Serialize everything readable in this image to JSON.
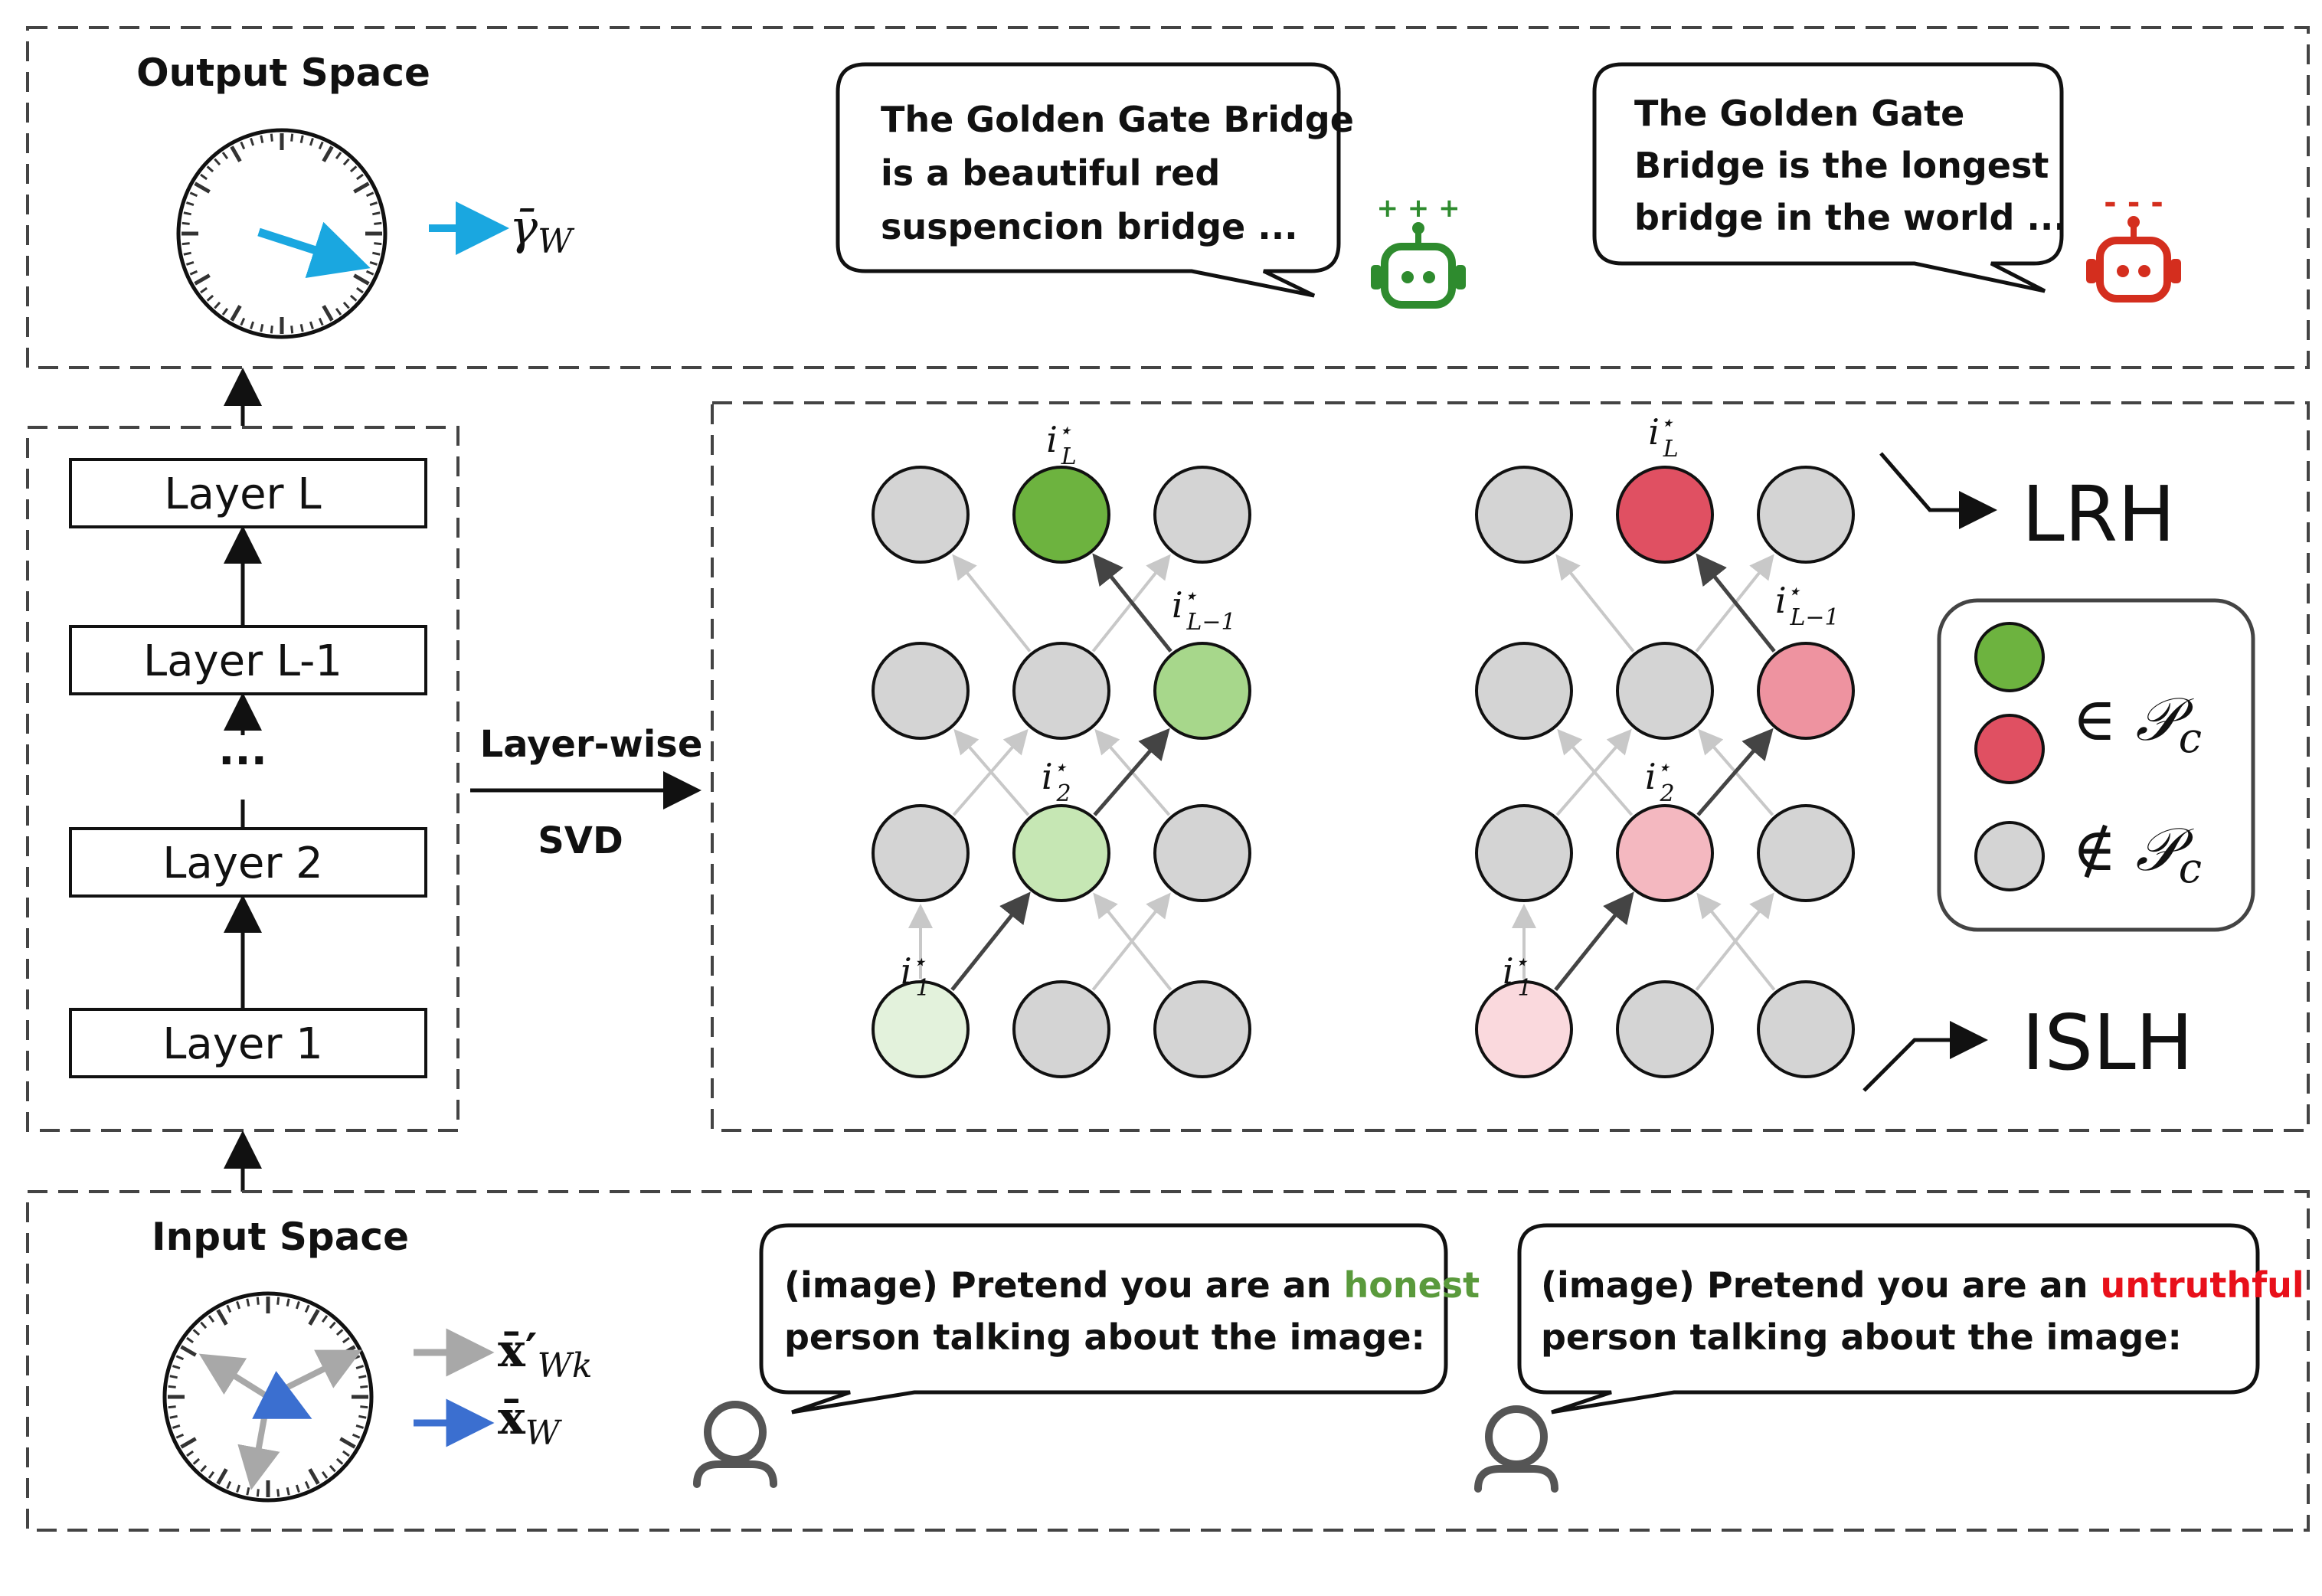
{
  "output_space": {
    "title": "Output Space",
    "gamma_symbol": "γ̄",
    "gamma_subscript": "W",
    "honest_bubble": [
      "The Golden Gate Bridge",
      "is a beautiful red",
      "suspencion bridge ..."
    ],
    "untruthful_bubble": [
      "The Golden Gate",
      "Bridge is the longest",
      "bridge in the world ..."
    ],
    "honest_bot_marks": "+ + +",
    "untruthful_bot_marks": "- - -"
  },
  "layers": {
    "items": [
      "Layer L",
      "Layer L-1",
      "...",
      "Layer 2",
      "Layer 1"
    ]
  },
  "svd": {
    "line1": "Layer-wise",
    "line2": "SVD"
  },
  "graph": {
    "label_top": "i",
    "label_top_sub": "L",
    "label_l1": "i",
    "label_l1_sub": "L−1",
    "label_2": "i",
    "label_2_sub": "2",
    "label_1": "i",
    "label_1_sub": "1",
    "star": "⋆"
  },
  "legend": {
    "in_symbol": "∈ 𝒫",
    "in_sub": "c",
    "notin_symbol": "∉ 𝒫",
    "notin_sub": "c",
    "lrh": "LRH",
    "islh": "ISLH"
  },
  "input_space": {
    "title": "Input Space",
    "xprime_symbol": "x̄′",
    "xprime_sub": "Wk",
    "x_symbol": "x̄",
    "x_sub": "W",
    "honest_prefix": "(image) Pretend you are an ",
    "honest_word": "honest",
    "untruthful_word": "untruthful",
    "bubble_line2": "person talking about the image:"
  },
  "colors": {
    "green": "#6db33f",
    "red": "#e05062",
    "gray_node": "#d4d4d4",
    "gamma_arrow": "#1aa7e0",
    "x_arrow": "#3b6fd0",
    "honest_text": "#5a9a3c",
    "untruthful_text": "#e8101a",
    "bot_green": "#2e8b2e",
    "bot_red": "#d42e1e"
  }
}
